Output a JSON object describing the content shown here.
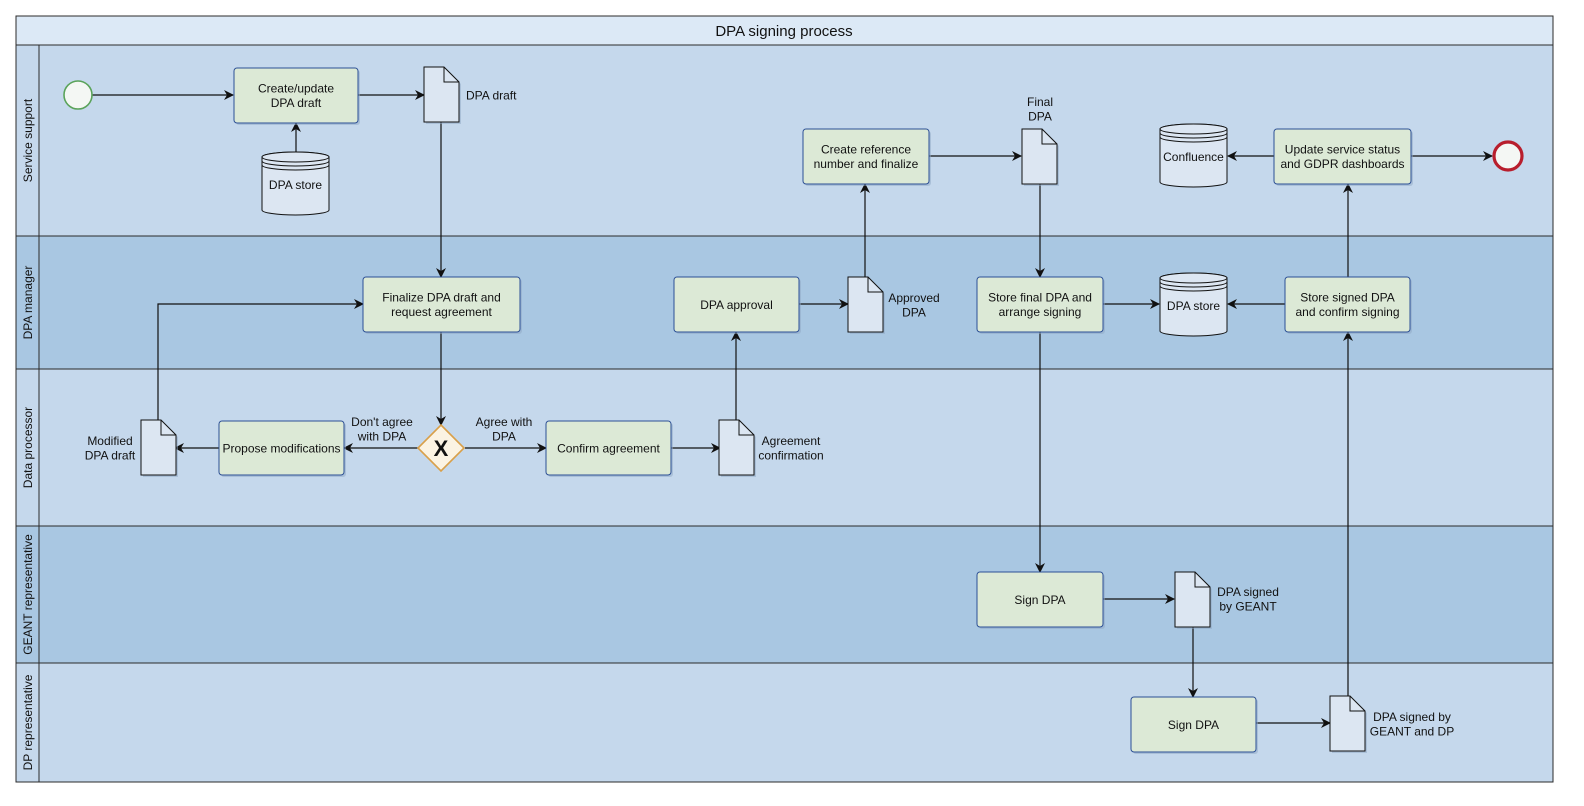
{
  "title": "DPA signing process",
  "colors": {
    "lane_light": "#c5d8ec",
    "lane_dark": "#a9c7e2",
    "task_fill": "#dce9d6",
    "task_stroke": "#2c4f95",
    "doc_fill": "#dce6f2",
    "start_stroke": "#5aa35a",
    "end_stroke": "#b81e2d",
    "gateway_stroke": "#d9a04a"
  },
  "lanes": [
    {
      "id": "service",
      "label": "Service support"
    },
    {
      "id": "dpamgr",
      "label": "DPA manager"
    },
    {
      "id": "processor",
      "label": "Data processor"
    },
    {
      "id": "geant",
      "label": "GEANT representative"
    },
    {
      "id": "dprep",
      "label": "DP representative"
    }
  ],
  "tasks": [
    {
      "id": "create_update",
      "lines": [
        "Create/update",
        "DPA draft"
      ]
    },
    {
      "id": "create_ref",
      "lines": [
        "Create reference",
        "number and finalize"
      ]
    },
    {
      "id": "update_status",
      "lines": [
        "Update service status",
        "and GDPR dashboards"
      ]
    },
    {
      "id": "finalize_draft",
      "lines": [
        "Finalize DPA draft and",
        "request agreement"
      ]
    },
    {
      "id": "dpa_approval",
      "lines": [
        "DPA approval"
      ]
    },
    {
      "id": "store_final",
      "lines": [
        "Store final DPA and",
        "arrange signing"
      ]
    },
    {
      "id": "store_signed",
      "lines": [
        "Store signed DPA",
        "and confirm signing"
      ]
    },
    {
      "id": "propose_mod",
      "lines": [
        "Propose modifications"
      ]
    },
    {
      "id": "confirm_agreement",
      "lines": [
        "Confirm agreement"
      ]
    },
    {
      "id": "sign_geant",
      "lines": [
        "Sign DPA"
      ]
    },
    {
      "id": "sign_dp",
      "lines": [
        "Sign DPA"
      ]
    }
  ],
  "documents": [
    {
      "id": "dpa_draft",
      "lines": [
        "DPA draft"
      ]
    },
    {
      "id": "final_dpa",
      "lines": [
        "Final",
        "DPA"
      ]
    },
    {
      "id": "approved_dpa",
      "lines": [
        "Approved",
        "DPA"
      ]
    },
    {
      "id": "modified_draft",
      "lines": [
        "Modified",
        "DPA draft"
      ]
    },
    {
      "id": "agreement_conf",
      "lines": [
        "Agreement",
        "confirmation"
      ]
    },
    {
      "id": "signed_geant",
      "lines": [
        "DPA signed",
        "by GEANT"
      ]
    },
    {
      "id": "signed_both",
      "lines": [
        "DPA signed by",
        "GEANT and DP"
      ]
    }
  ],
  "datastores": [
    {
      "id": "store_service",
      "lines": [
        "DPA store"
      ]
    },
    {
      "id": "confluence",
      "lines": [
        "Confluence"
      ]
    },
    {
      "id": "store_mgr",
      "lines": [
        "DPA store"
      ]
    }
  ],
  "gateway": {
    "symbol": "X"
  },
  "gateway_labels": [
    {
      "id": "disagree",
      "lines": [
        "Don't agree",
        "with DPA"
      ]
    },
    {
      "id": "agree",
      "lines": [
        "Agree with",
        "DPA"
      ]
    }
  ],
  "events": [
    {
      "id": "start",
      "kind": "start"
    },
    {
      "id": "end",
      "kind": "end"
    }
  ]
}
